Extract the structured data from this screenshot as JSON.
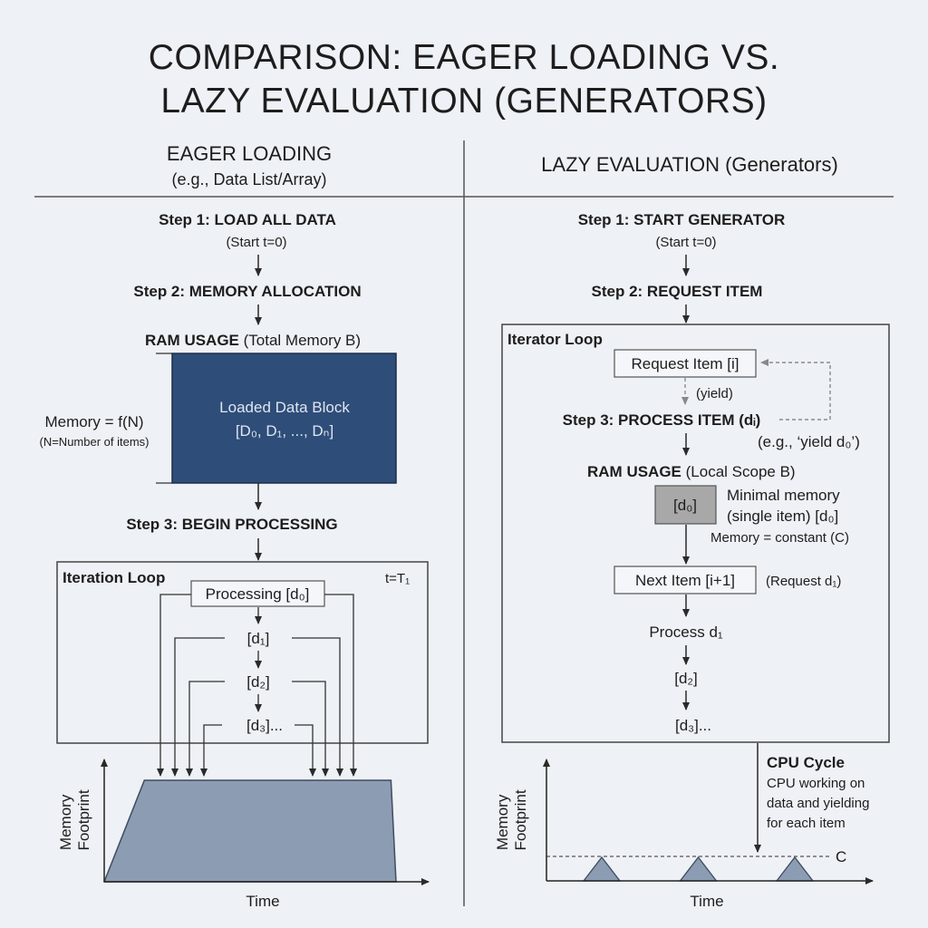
{
  "title": {
    "line1": "COMPARISON: EAGER LOADING VS.",
    "line2": "LAZY EVALUATION (GENERATORS)"
  },
  "eager": {
    "header": "EAGER LOADING",
    "subheader": "(e.g., Data List/Array)",
    "step1": "Step 1: LOAD ALL DATA",
    "step1_note": "(Start t=0)",
    "step2": "Step 2: MEMORY ALLOCATION",
    "ram_label_bold": "RAM USAGE",
    "ram_label_rest": " (Total Memory B)",
    "block_line1": "Loaded Data Block",
    "block_line2": "[D₀, D₁, ..., Dₙ]",
    "memory_formula": "Memory = f(N)",
    "memory_note": "(N=Number of items)",
    "step3": "Step 3: BEGIN PROCESSING",
    "loop_label": "Iteration Loop",
    "loop_time": "t=T₁",
    "items": [
      "Processing [d₀]",
      "[d₁]",
      "[d₂]",
      "[d₃]..."
    ],
    "graph_ylabel_1": "Memory",
    "graph_ylabel_2": "Footprint",
    "graph_xlabel": "Time",
    "chart_data": {
      "type": "area",
      "x": [
        0,
        1,
        2,
        3,
        4
      ],
      "y": [
        0,
        1,
        1,
        1,
        0
      ],
      "xlabel": "Time",
      "ylabel": "Memory Footprint"
    }
  },
  "lazy": {
    "header": "LAZY EVALUATION (Generators)",
    "step1": "Step 1: START GENERATOR",
    "step1_note": "(Start t=0)",
    "step2": "Step 2: REQUEST ITEM",
    "loop_label": "Iterator Loop",
    "request_box": "Request Item [i]",
    "yield_label": "(yield)",
    "step3": "Step 3: PROCESS ITEM (dᵢ)",
    "yield_example": "(e.g., ‘yield d₀’)",
    "ram_label_bold": "RAM USAGE",
    "ram_label_rest": " (Local Scope B)",
    "small_box": "[d₀]",
    "minimal_line1": "Minimal memory",
    "minimal_line2": "(single item) [d₀]",
    "memory_constant": "Memory = constant (C)",
    "next_box": "Next Item [i+1]",
    "next_note": "(Request d₁)",
    "process_d1": "Process d₁",
    "item_d2": "[d₂]",
    "item_d3": "[d₃]...",
    "cpu_title": "CPU Cycle",
    "cpu_line1": "CPU working on",
    "cpu_line2": "data and yielding",
    "cpu_line3": "for each item",
    "graph_ylabel_1": "Memory",
    "graph_ylabel_2": "Footprint",
    "graph_xlabel": "Time",
    "graph_const_label": "C",
    "chart_data": {
      "type": "line",
      "x": [
        0,
        1,
        2,
        3,
        4,
        5,
        6,
        7,
        8,
        9,
        10
      ],
      "y": [
        0,
        0,
        1,
        0,
        0,
        1,
        0,
        0,
        1,
        0,
        0
      ],
      "threshold": "C",
      "xlabel": "Time",
      "ylabel": "Memory Footprint"
    }
  },
  "colors": {
    "background": "#eef1f5",
    "data_block": "#2e4d79",
    "data_block_text": "#dfe6f0",
    "memory_area": "#8c9cb2",
    "small_box": "#a8a8a8",
    "line": "#333333",
    "dashed": "#777777"
  }
}
